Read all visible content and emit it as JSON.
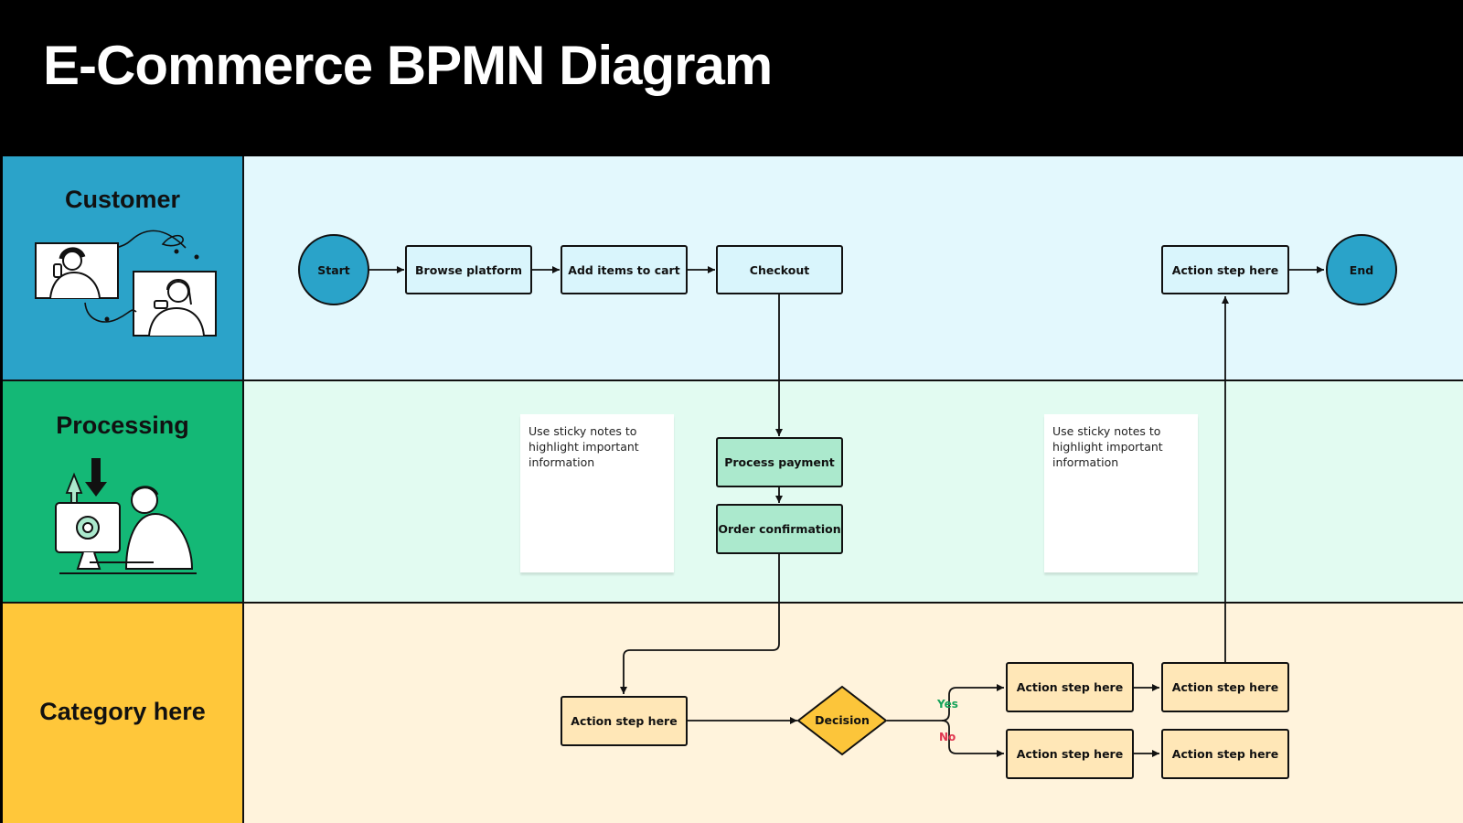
{
  "title": "E-Commerce BPMN Diagram",
  "colors": {
    "customer_label": "#2ba3c9",
    "customer_lane": "#e3f8fd",
    "processing_label": "#14b876",
    "processing_lane": "#e2fbf1",
    "category_label": "#ffc73a",
    "category_lane": "#fff3dc",
    "customer_node": "#d9f5fc",
    "processing_node": "#abe9cd",
    "category_node": "#ffe7b7",
    "decision": "#fcc53a",
    "yes": "#15a35a",
    "no": "#e0354f"
  },
  "lanes": {
    "customer": "Customer",
    "processing": "Processing",
    "category": "Category here"
  },
  "nodes": {
    "start": "Start",
    "browse": "Browse platform",
    "add_cart": "Add items to cart",
    "checkout": "Checkout",
    "action_top": "Action step here",
    "end": "End",
    "process_payment": "Process payment",
    "order_confirmation": "Order confirmation",
    "action_cat": "Action step here",
    "decision": "Decision",
    "yes_action_1": "Action step here",
    "yes_action_2": "Action step here",
    "no_action_1": "Action step here",
    "no_action_2": "Action step here"
  },
  "branches": {
    "yes": "Yes",
    "no": "No"
  },
  "sticky_notes": [
    "Use sticky notes to highlight important information",
    "Use sticky notes to highlight important information"
  ],
  "illustrations": [
    "people-on-phone-call-illustration",
    "person-at-computer-illustration"
  ]
}
